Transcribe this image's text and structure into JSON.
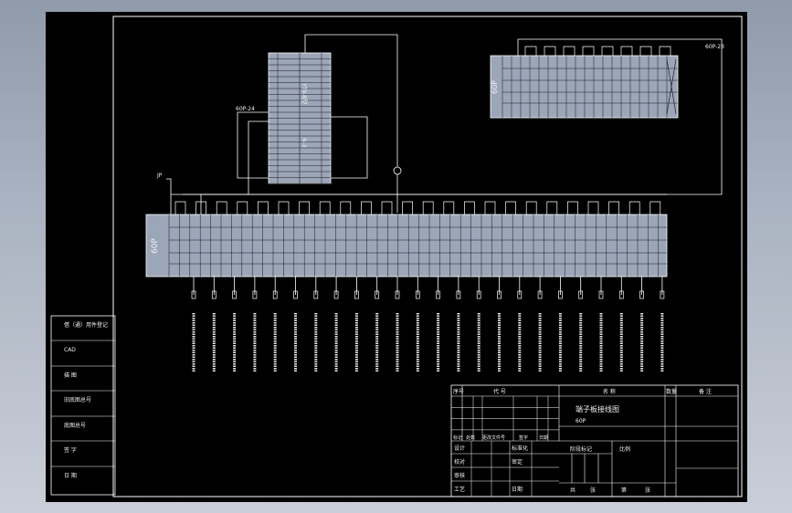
{
  "colors": {
    "background": "#000000",
    "frame": "#ffffff",
    "line": "#ffffff",
    "body": "#9ba6b8"
  },
  "labels": {
    "tb60p": "60P",
    "tb60p_23": "60P-23",
    "tb60p_24": "60P-24",
    "module": "YT9-B型",
    "module_sub": "N-3",
    "point": "JP",
    "ground_symbol": "⏚"
  },
  "left_panel": {
    "rows": [
      "借（通）用件登记",
      "CAD",
      "描 图",
      "旧底图总号",
      "底图总号",
      "签 字",
      "日 期"
    ]
  },
  "title_block": {
    "header": [
      "序号",
      "代 号",
      "名 称",
      "数量",
      "备 注"
    ],
    "drawing_title": "端子板接线图",
    "drawing_sub": "60P",
    "sign_rows": [
      [
        "设计",
        "",
        "标准化",
        ""
      ],
      [
        "校对",
        "",
        "审定",
        ""
      ],
      [
        "审核",
        "",
        "",
        ""
      ],
      [
        "工艺",
        "",
        "日期",
        ""
      ]
    ],
    "stage_label": "阶段标记",
    "scale_label": "比例",
    "sheet_label": "共",
    "sheet_of_label": "第",
    "page_label": "张",
    "page_of_label": "张",
    "marks_labels": [
      "标记",
      "处数",
      "更改文件号",
      "签字",
      "日期"
    ]
  }
}
